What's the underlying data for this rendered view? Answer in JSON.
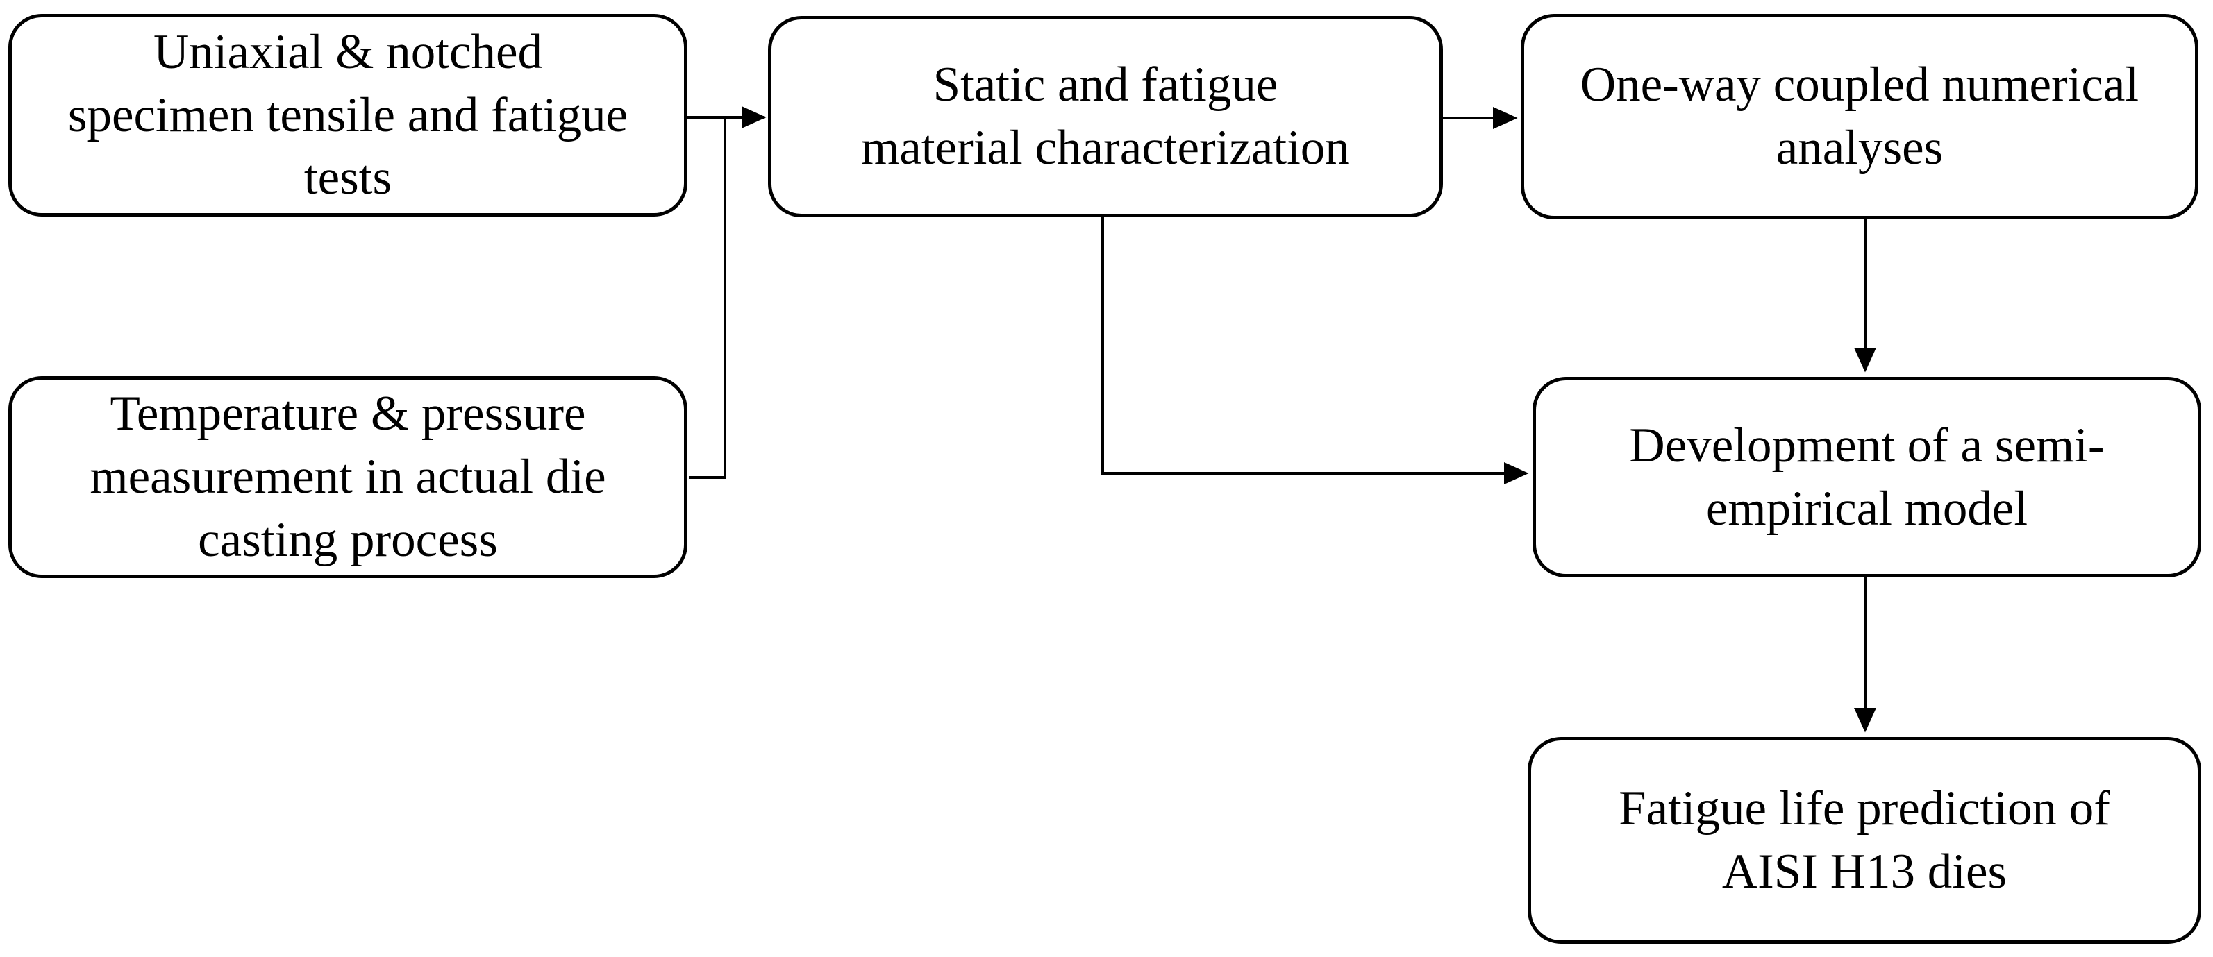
{
  "diagram": {
    "type": "flowchart",
    "colors": {
      "background": "#ffffff",
      "box_fill": "#ffffff",
      "box_border": "#000000",
      "line": "#000000",
      "text": "#000000"
    },
    "nodes": [
      {
        "id": "uniaxial-tests",
        "label": "Uniaxial & notched\nspecimen tensile and fatigue\ntests"
      },
      {
        "id": "temperature-pressure",
        "label": "Temperature & pressure\nmeasurement in actual die\ncasting process"
      },
      {
        "id": "static-characterization",
        "label": "Static and fatigue\nmaterial characterization"
      },
      {
        "id": "one-way-analyses",
        "label": "One-way coupled numerical\nanalyses"
      },
      {
        "id": "semi-empirical-model",
        "label": "Development of a semi-\nempirical model"
      },
      {
        "id": "fatigue-life-prediction",
        "label": "Fatigue life prediction of\nAISI H13 dies"
      }
    ],
    "edges": [
      {
        "from": "uniaxial-tests",
        "to": "static-characterization",
        "arrow": true
      },
      {
        "from": "temperature-pressure",
        "to": "static-characterization",
        "arrow": true,
        "note": "merges into same arrow"
      },
      {
        "from": "static-characterization",
        "to": "one-way-analyses",
        "arrow": true
      },
      {
        "from": "static-characterization",
        "to": "semi-empirical-model",
        "arrow": true
      },
      {
        "from": "one-way-analyses",
        "to": "semi-empirical-model",
        "arrow": true
      },
      {
        "from": "semi-empirical-model",
        "to": "fatigue-life-prediction",
        "arrow": true
      }
    ]
  }
}
